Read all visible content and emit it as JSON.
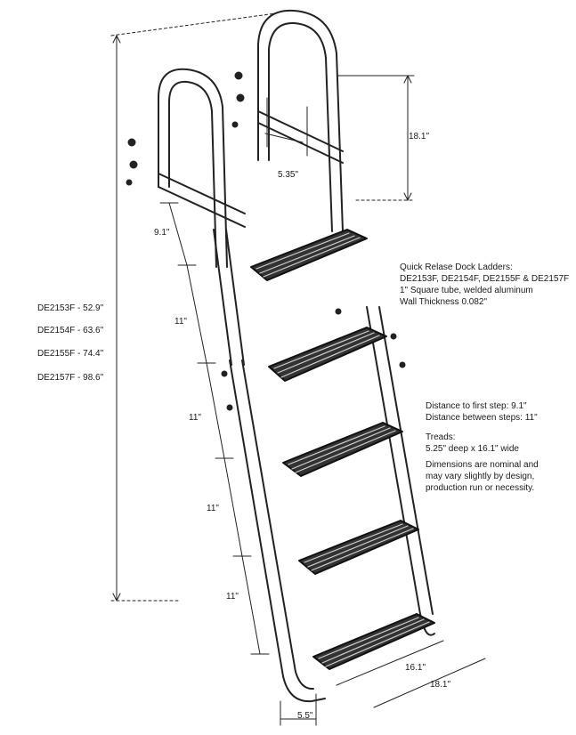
{
  "dimensions": {
    "top_rail_height": "18.1\"",
    "rail_offset": "5.35\"",
    "first_step": "9.1\"",
    "step_1": "11\"",
    "step_2": "11\"",
    "step_3": "11\"",
    "step_4": "11\"",
    "tread_width": "16.1\"",
    "overall_width": "18.1\"",
    "tread_depth": "5.5\""
  },
  "models": [
    "DE2153F - 52.9\"",
    "DE2154F - 63.6\"",
    "DE2155F - 74.4\"",
    "DE2157F - 98.6\""
  ],
  "spec": {
    "title": "Quick Relase Dock Ladders:",
    "models_line": "DE2153F, DE2154F, DE2155F & DE2157F",
    "tube": "1\" Square tube, welded aluminum",
    "wall": "Wall Thickness 0.082\""
  },
  "spacing": {
    "first": "Distance to first step: 9.1\"",
    "between": "Distance between steps: 11\""
  },
  "treads": {
    "label": "Treads:",
    "size": "5.25\" deep x 16.1\" wide"
  },
  "disclaimer": [
    "Dimensions are nominal and",
    "may vary slightly by design,",
    "production run or necessity."
  ]
}
